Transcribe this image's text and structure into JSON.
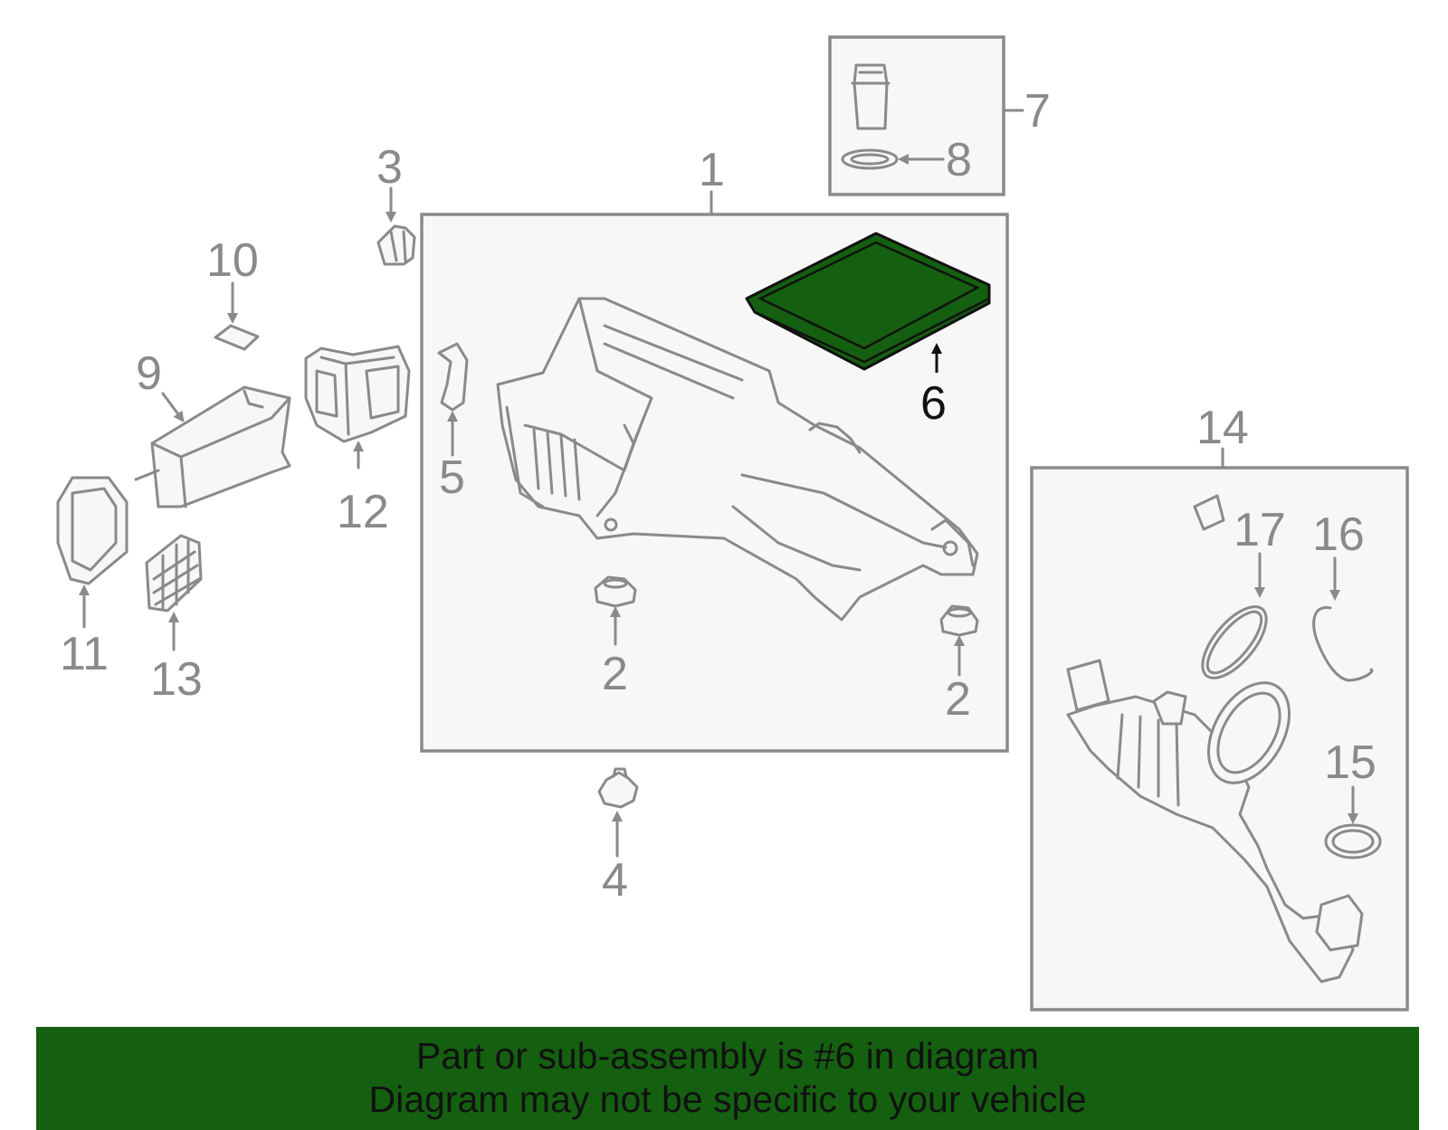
{
  "colors": {
    "highlight": "#146010",
    "line": "#8a8a8a",
    "panel": "#f7f7f7",
    "text_dark": "#111111"
  },
  "callouts": {
    "c1": "1",
    "c2a": "2",
    "c2b": "2",
    "c3": "3",
    "c4": "4",
    "c5": "5",
    "c6": "6",
    "c7": "7",
    "c8": "8",
    "c9": "9",
    "c10": "10",
    "c11": "11",
    "c12": "12",
    "c13": "13",
    "c14": "14",
    "c15": "15",
    "c16": "16",
    "c17": "17"
  },
  "highlighted_part": "6",
  "banner": {
    "line1": "Part or sub-assembly is #6 in diagram",
    "line2": "Diagram may not be specific to your vehicle"
  }
}
